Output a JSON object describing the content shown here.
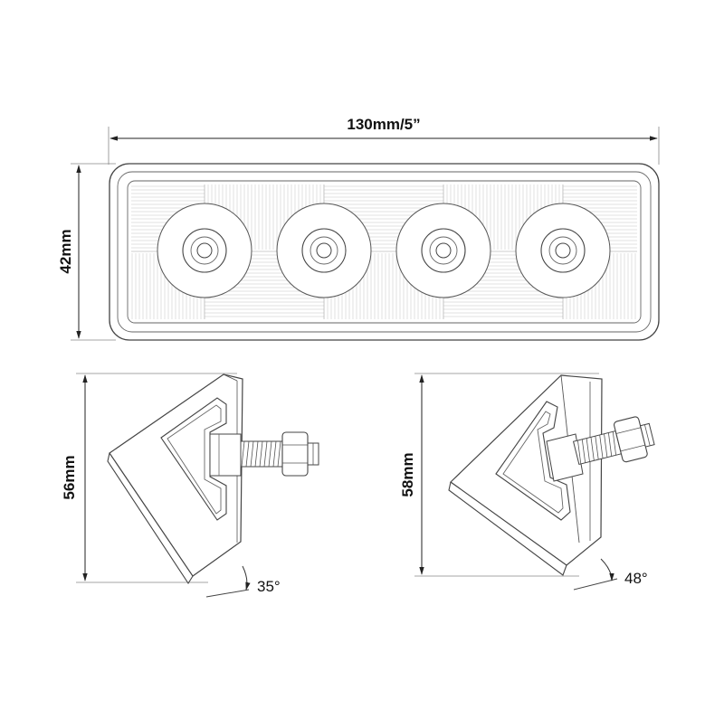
{
  "dimensions": {
    "width_label": "130mm/5”",
    "height_label": "42mm",
    "bracket_left_height_label": "56mm",
    "bracket_right_height_label": "58mm",
    "angle_left_label": "35°",
    "angle_right_label": "48°"
  },
  "lamp": {
    "led_count": 4
  },
  "colors": {
    "line": "#3a3a3a",
    "dim_line": "#777777",
    "hatch": "#d6d6d6"
  }
}
